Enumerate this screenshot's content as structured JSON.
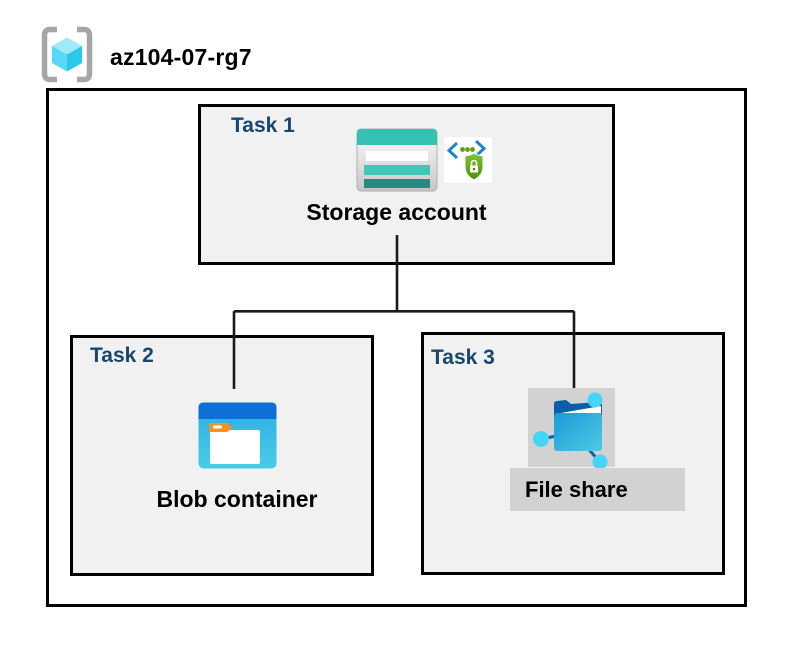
{
  "header": {
    "icon": "resource-group-icon",
    "title": "az104-07-rg7"
  },
  "tasks": [
    {
      "label": "Task 1",
      "resource": "Storage account",
      "icons": [
        "storage-account-icon",
        "code-shield-lock-icon"
      ]
    },
    {
      "label": "Task 2",
      "resource": "Blob container",
      "icons": [
        "blob-container-icon"
      ]
    },
    {
      "label": "Task 3",
      "resource": "File share",
      "icons": [
        "file-share-icon"
      ]
    }
  ],
  "connections": [
    {
      "from": "Storage account",
      "to": "Blob container"
    },
    {
      "from": "Storage account",
      "to": "File share"
    }
  ],
  "colors": {
    "task_label": "#17466e",
    "resource_label": "#000000",
    "box_fill": "#f1f1f1",
    "box_border": "#000000",
    "connector": "#1a1a1a",
    "highlight_gray": "#d2d2d2",
    "storage_teal": "#35c1b3",
    "storage_teal_dark": "#27897f",
    "blob_bar_blue": "#0e6fd6",
    "blob_body_cyan": "#2fb5e4",
    "folder_orange": "#f6921e",
    "file_folder_blue": "#1b9ad8",
    "node_cyan": "#43d6f7",
    "shield_green": "#5ba30c",
    "bracket_blue": "#1f86c9",
    "rg_bracket_gray": "#a6a6a6",
    "cube_light_blue": "#97e9f9"
  }
}
